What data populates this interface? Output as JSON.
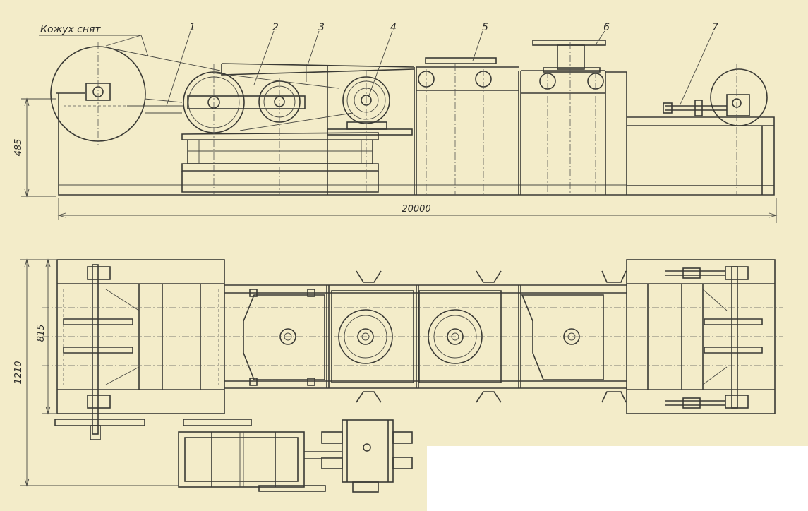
{
  "diagram": {
    "casing_note": "Кожух снят",
    "callouts": [
      "1",
      "2",
      "3",
      "4",
      "5",
      "6",
      "7"
    ],
    "dimensions": {
      "total_length": "20000",
      "elevation_height": "485",
      "plan_width": "1210",
      "plan_inner_width": "815"
    }
  }
}
